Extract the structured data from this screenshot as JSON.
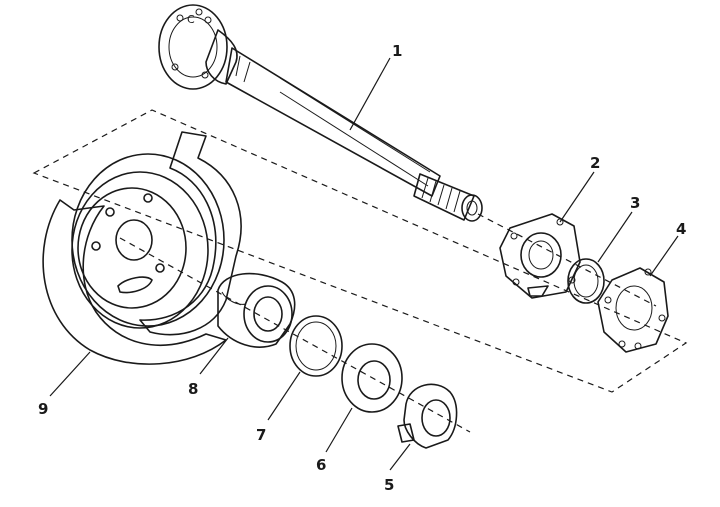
{
  "diagram": {
    "callouts": [
      {
        "id": "1",
        "label": "1"
      },
      {
        "id": "2",
        "label": "2"
      },
      {
        "id": "3",
        "label": "3"
      },
      {
        "id": "4",
        "label": "4"
      },
      {
        "id": "5",
        "label": "5"
      },
      {
        "id": "6",
        "label": "6"
      },
      {
        "id": "7",
        "label": "7"
      },
      {
        "id": "8",
        "label": "8"
      },
      {
        "id": "9",
        "label": "9"
      }
    ],
    "colors": {
      "ink": "#1a1a1a",
      "shade": "#cfcfcf",
      "dark": "#9a9a9a",
      "background": "#ffffff"
    }
  }
}
